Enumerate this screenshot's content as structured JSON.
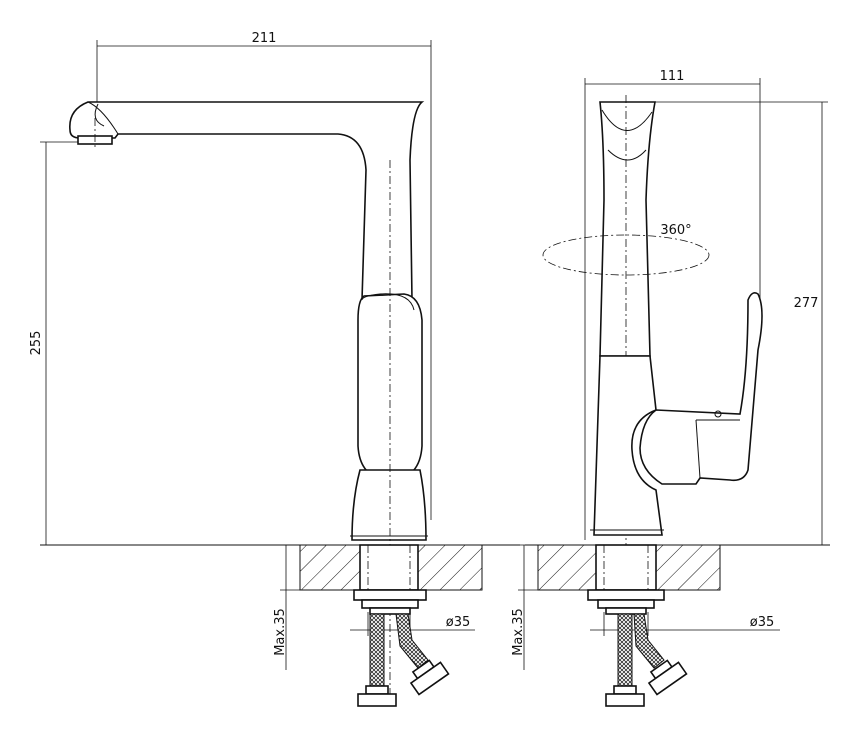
{
  "dimensions": {
    "front_width": "211",
    "front_height": "255",
    "front_max": "Max.35",
    "front_diameter": "ø35",
    "side_width": "111",
    "side_height": "277",
    "side_max": "Max.35",
    "side_diameter": "ø35",
    "rotation": "360°"
  }
}
